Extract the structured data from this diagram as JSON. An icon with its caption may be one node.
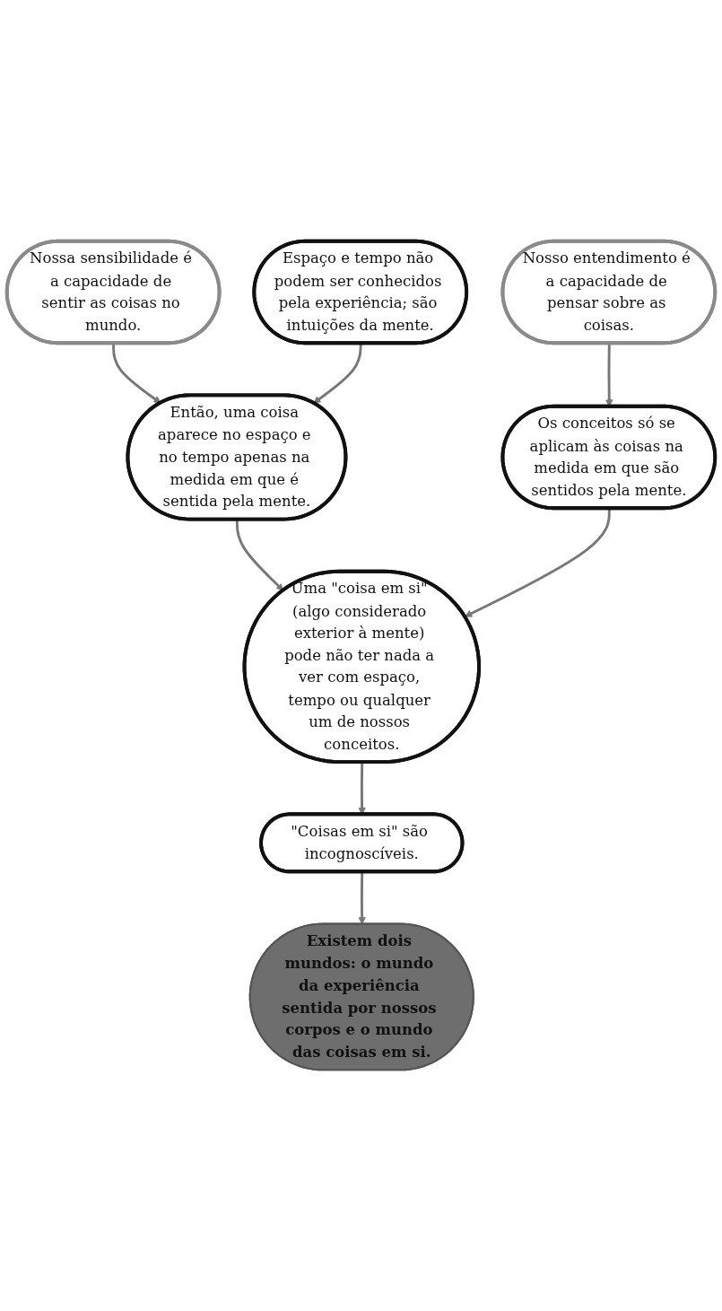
{
  "diagram": {
    "nodes": [
      {
        "text": [
          "Nossa sensibilidade é a capacidade de sentir as coisas no mundo."
        ]
      },
      {
        "text": [
          "Nosso entendimento é a capacidade de pensar sobre as coisas."
        ]
      },
      {
        "text": [
          "Espaço e tempo não podem ser conhecidos pela experiência; são intuições da mente."
        ]
      },
      {
        "text": [
          "Então, uma coisa aparece no espaço e no tempo apenas na medida em que é sentida pela mente."
        ]
      },
      {
        "text": [
          "Os conceitos só se aplicam às coisas na medida em que são sentidos pela mente."
        ]
      },
      {
        "text": [
          "Uma \"coisa em si\" (algo considerado exterior à mente) pode não ter nada a ver com espaço, tempo ou qualquer um de nossos conceitos."
        ]
      },
      {
        "text": [
          "\"Coisas em si\" são incognoscíveis."
        ]
      },
      {
        "text": [
          "Existem dois mundos: o mundo da experiência sentida por nossos corpos e o mundo das coisas em si."
        ]
      }
    ],
    "edges": [
      {
        "from": 0,
        "to": 3,
        "arrow": "to"
      },
      {
        "from": 2,
        "to": 3,
        "arrow": "to"
      },
      {
        "from": 1,
        "to": 4,
        "arrow": "to"
      },
      {
        "from": 3,
        "to": 5,
        "arrow": "to"
      },
      {
        "from": 4,
        "to": 5,
        "arrow": "to"
      },
      {
        "from": 5,
        "to": 6,
        "arrow": "to"
      },
      {
        "from": 6,
        "to": 7,
        "arrow": "to"
      }
    ]
  }
}
